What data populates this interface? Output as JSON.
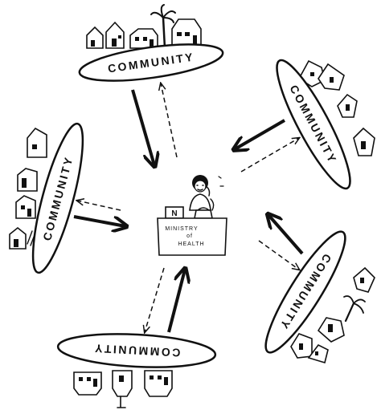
{
  "center": {
    "label_line1": "MINISTRY",
    "label_line2": "of",
    "label_line3": "HEALTH",
    "sign_letter": "N"
  },
  "communities": [
    {
      "label": "COMMUNITY"
    },
    {
      "label": "COMMUNITY"
    },
    {
      "label": "COMMUNITY"
    },
    {
      "label": "COMMUNITY"
    },
    {
      "label": "COMMUNITY"
    }
  ],
  "legend_colors": {
    "ink": "#111111",
    "paper": "#ffffff"
  }
}
